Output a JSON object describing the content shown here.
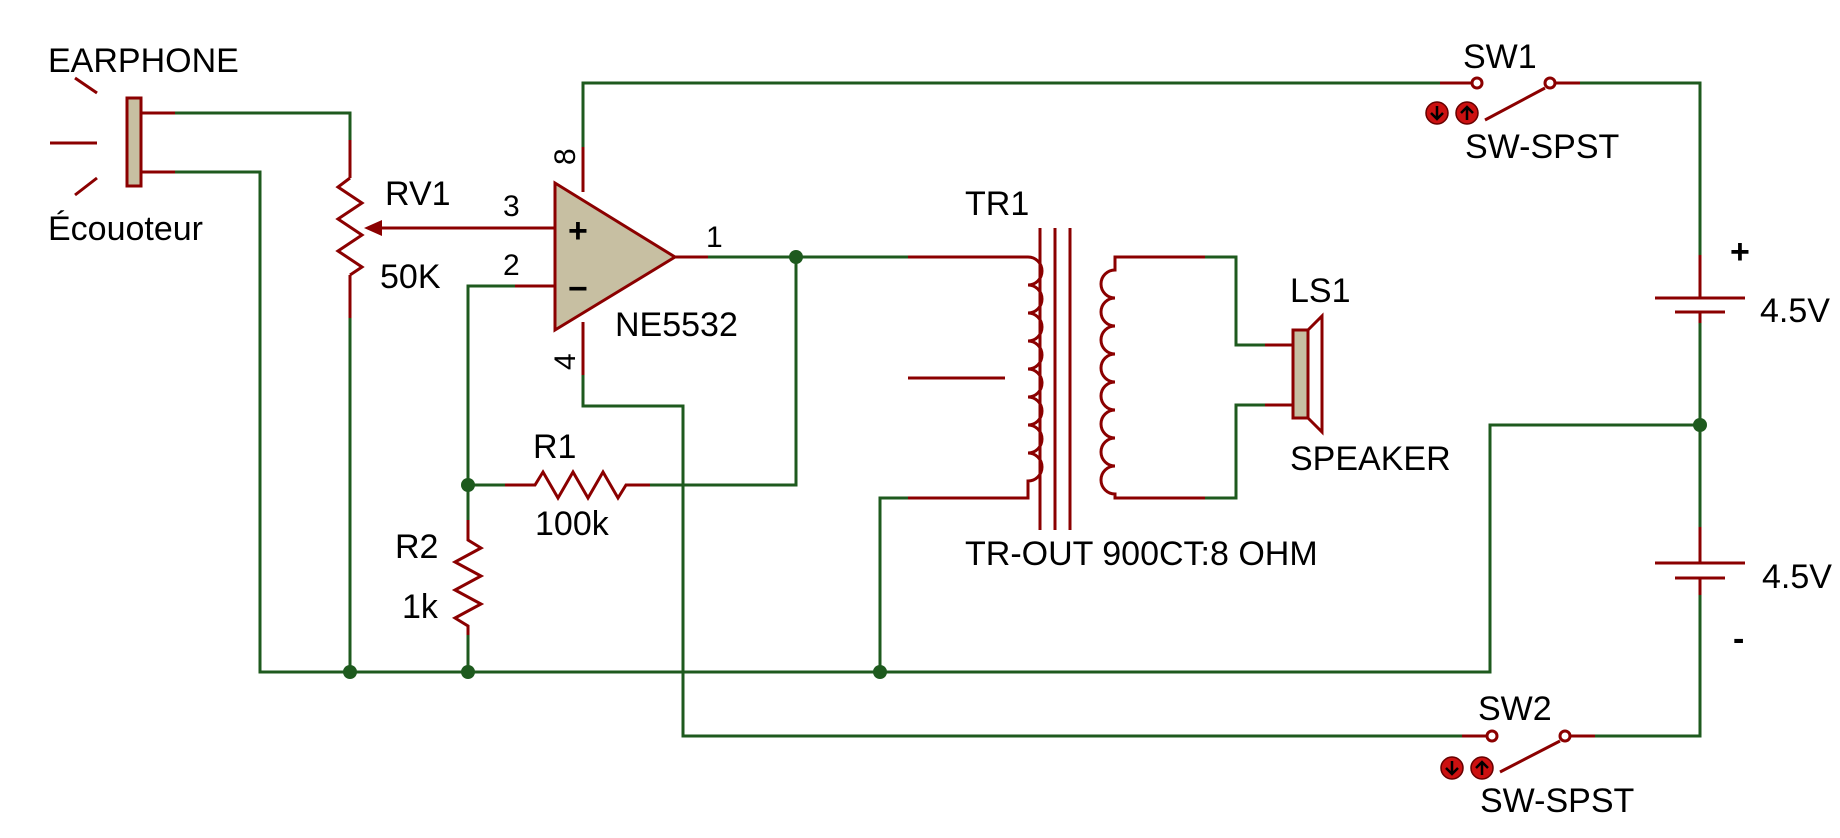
{
  "colors": {
    "wire": "#1e5a1e",
    "component": "#8b0000",
    "body_fill": "#c7bfa2",
    "junction": "#1e5a1e",
    "text": "#000000"
  },
  "earphone": {
    "ref": "EARPHONE",
    "caption": "Écouoteur"
  },
  "rv1": {
    "ref": "RV1",
    "value": "50K"
  },
  "opamp": {
    "part": "NE5532",
    "pin_noninv": "3",
    "pin_inv": "2",
    "pin_out": "1",
    "pin_vcc": "8",
    "pin_gnd": "4",
    "plus": "+",
    "minus": "−"
  },
  "r1": {
    "ref": "R1",
    "value": "100k"
  },
  "r2": {
    "ref": "R2",
    "value": "1k"
  },
  "tr1": {
    "ref": "TR1",
    "part": "TR-OUT 900CT:8 OHM"
  },
  "ls1": {
    "ref": "LS1",
    "part": "SPEAKER"
  },
  "sw1": {
    "ref": "SW1",
    "part": "SW-SPST"
  },
  "sw2": {
    "ref": "SW2",
    "part": "SW-SPST"
  },
  "battery_top": {
    "value": "4.5V",
    "polarity": "+"
  },
  "battery_bottom": {
    "value": "4.5V",
    "polarity": "-"
  }
}
